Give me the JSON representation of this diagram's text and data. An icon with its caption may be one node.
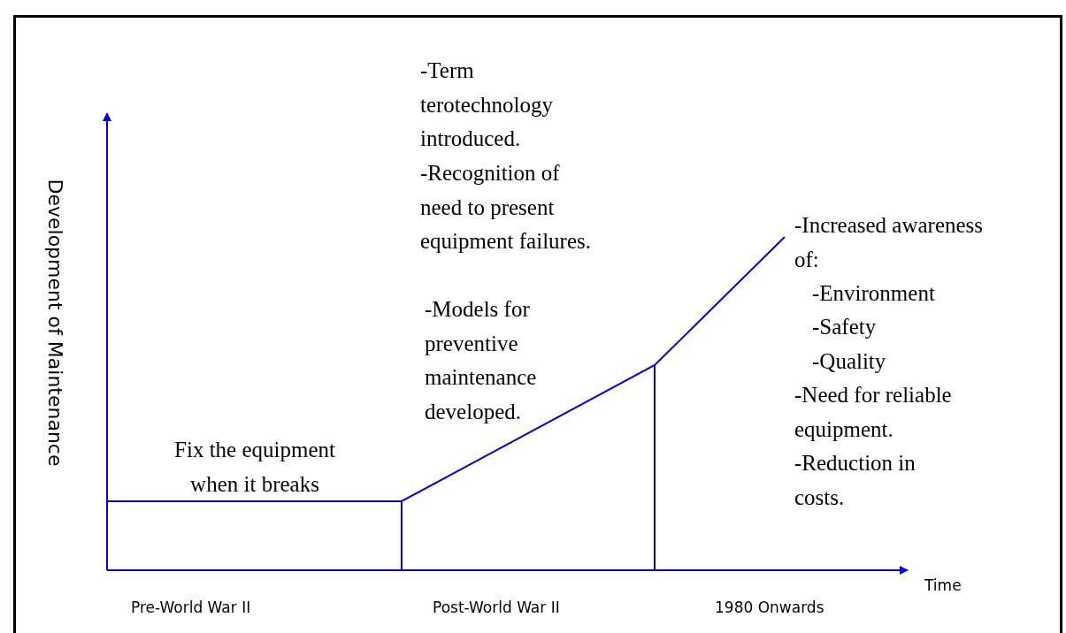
{
  "diagram": {
    "labels": [
      "Development of Maintenance",
      "-Term terotechnology introduced.",
      "-Recognition of need to present equipment failures.",
      "-Models for preventive maintenance developed.",
      "-Increased awareness of:",
      "-Environment",
      "-Safety",
      "-Quality",
      "-Need for reliable equipment.",
      "-Reduction in costs.",
      "Fix the equipment when it breaks",
      "Time",
      "Pre-World War II",
      "Post-World War II",
      "1980 Onwards"
    ]
  }
}
